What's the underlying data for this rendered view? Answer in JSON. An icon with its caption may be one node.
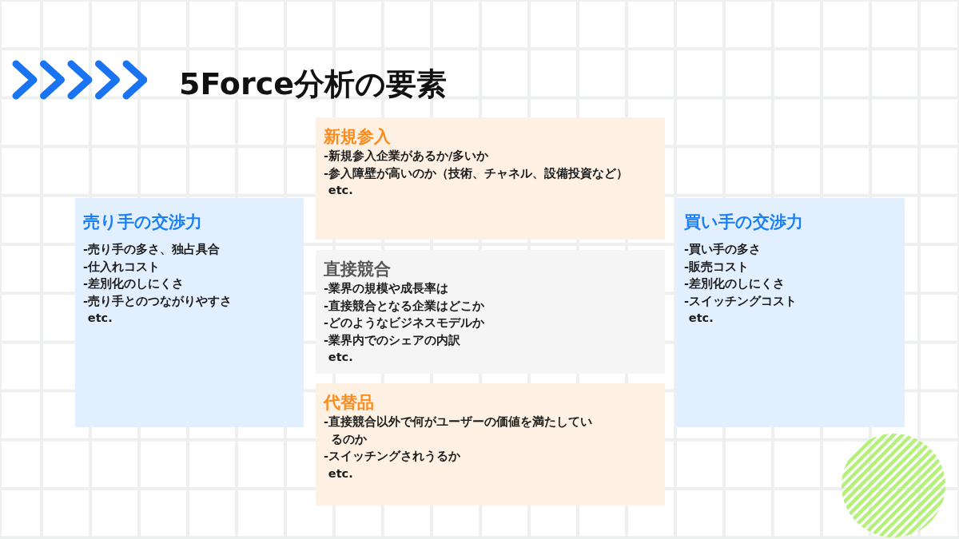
{
  "diagram": {
    "title": "5Force分析の要素",
    "nodes": [
      {
        "text": [
          "新規参入",
          "-新規参入企業があるか/多いか",
          "-参入障壁が高いのか（技術、チャネル、設備投資など）",
          "etc."
        ]
      },
      {
        "text": [
          "売り手の交渉力",
          "-売り手の多さ、独占具合",
          "-仕入れコスト",
          "-差別化のしにくさ",
          "-売り手とのつながりやすさ",
          "etc."
        ]
      },
      {
        "text": [
          "買い手の交渉力",
          "-買い手の多さ",
          "-販売コスト",
          "-差別化のしにくさ",
          "-スイッチングコスト",
          "etc."
        ]
      },
      {
        "text": [
          "直接競合",
          "-業界の規模や成長率は",
          "-直接競合となる企業はどこか",
          "-どのようなビジネスモデルか",
          "-業界内でのシェアの内訳",
          "etc."
        ]
      },
      {
        "text": [
          "代替品",
          "-直接競合以外で何がユーザーの価値を満たしているのか",
          "-スイッチングされうるか",
          "etc."
        ]
      }
    ]
  }
}
